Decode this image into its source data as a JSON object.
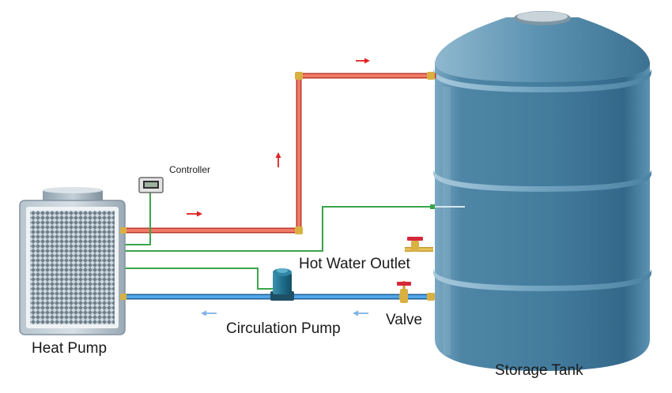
{
  "labels": {
    "controller": "Controller",
    "heat_pump": "Heat Pump",
    "hot_water_outlet": "Hot Water Outlet",
    "circulation_pump": "Circulation Pump",
    "valve": "Valve",
    "storage_tank": "Storage Tank"
  },
  "colors": {
    "hot_pipe": "#e8513f",
    "cold_pipe": "#3d8fd4",
    "control_wire": "#3aa54a",
    "tank_body": "#4a86a8",
    "flow_arrow_hot": "#e02020",
    "flow_arrow_cold": "#7fb2e6",
    "valve_handle": "#d6283a",
    "fitting": "#d9b042"
  },
  "icons": {
    "heat_pump": "heat-pump-unit-icon",
    "controller": "controller-display-icon",
    "circulation_pump": "circulation-pump-icon",
    "valve": "valve-icon",
    "storage_tank": "storage-tank-icon",
    "hot_flow_arrow": "arrow-icon",
    "cold_flow_arrow": "arrow-left-icon"
  }
}
